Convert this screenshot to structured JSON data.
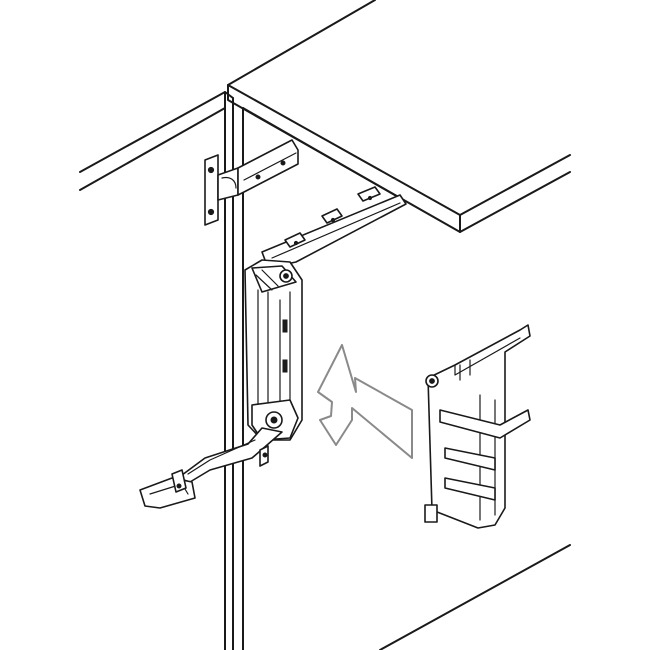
{
  "figure": {
    "parts": [
      "cabinet",
      "top-panel",
      "door-hinge",
      "lift-mechanism-rail",
      "lift-arm-assembly",
      "insert-direction-arrow",
      "cover-cap"
    ],
    "colors": {
      "line": "#1a1a1a",
      "arrow_outline": "#8a8a8a",
      "background": "#ffffff"
    }
  }
}
